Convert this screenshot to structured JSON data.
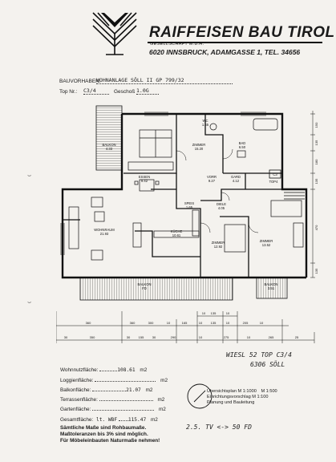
{
  "header": {
    "company_name": "RAIFFEISEN BAU TIROL",
    "company_subtitle": "GESELLSCHAFT M.B.H.",
    "company_address": "6020 INNSBRUCK, ADAMGASSE 1, TEL. 34656"
  },
  "project": {
    "bauvorhaben_label": "BAUVORHABEN:",
    "bauvorhaben_value": "WOHNANLAGE SÖLL II GP 799/32",
    "top_label": "Top Nr.:",
    "top_value": "C3/4",
    "geschoss_label": "Geschoß",
    "geschoss_value": "1.0G"
  },
  "rooms": {
    "balkon_left": "BALKON",
    "balkon_left_area": "4.33",
    "wc": "WC",
    "wc_area": "1.65",
    "zimmer_top": "ZIMMER",
    "zimmer_top_area": "15.20",
    "bad": "BAD",
    "bad_area": "6.50",
    "essen": "ESSEN",
    "essen_area": "9.42",
    "vorr": "VORR",
    "vorr_area": "9.27",
    "gard": "GARD",
    "gard_area": "4.12",
    "top_marker": "C3",
    "top_label_plan": "TOP4",
    "wohnraum": "WOHNRAUM",
    "wohnraum_area": "21.93",
    "speis": "SPEIS",
    "speis_area": "1.65",
    "diele": "DIELE",
    "diele_area": "4.05",
    "kueche": "KÜCHE",
    "kueche_area": "10.61",
    "zimmer_mid": "ZIMMER",
    "zimmer_mid_area": "12.92",
    "zimmer_right": "ZIMMER",
    "zimmer_right_area": "13.52",
    "balkon_bottom": "BALKON",
    "balkon_bottom_area": "FD",
    "balkon_right": "BALKON",
    "balkon_right_area": "3.51"
  },
  "side_dims": [
    "150",
    "135",
    "180",
    "135",
    "470",
    "135"
  ],
  "dimension_rows": {
    "row1": [
      "10",
      "135",
      "10"
    ],
    "row2": [
      "360",
      "360",
      "300",
      "10",
      "165",
      "10",
      "135",
      "10",
      "205",
      "10"
    ],
    "row3": [
      "30",
      "350",
      "30",
      "155",
      "30",
      "290",
      "10",
      "275",
      "10",
      "265",
      "25"
    ]
  },
  "handwritten": {
    "ref_line1": "WIESL 52 TOP C3/4",
    "ref_line2": "6306 SÖLL",
    "bottom_note": "2.5. TV <-> 50 FD"
  },
  "areas": [
    {
      "label": "Wohnnutzfläche:",
      "value": "108.61",
      "unit": "m2"
    },
    {
      "label": "Loggienfläche:",
      "value": "",
      "unit": "m2"
    },
    {
      "label": "Balkonfläche:",
      "value": "21.07",
      "unit": "m2"
    },
    {
      "label": "Terrassenfläche:",
      "value": "",
      "unit": "m2"
    },
    {
      "label": "Gartenfläche:",
      "value": "",
      "unit": "m2"
    }
  ],
  "total": {
    "label": "Gesamtfläche:",
    "prefix": "lt. WBF",
    "value": "115.47",
    "unit": "m2"
  },
  "note_lines": [
    "Sämtliche Maße sind Rohbaumaße.",
    "Maßtoleranzen bis 3% sind möglich.",
    "Für Möbeleinbauten Naturmaße nehmen!"
  ],
  "scales": {
    "overview": "Übersichtsplan M 1:1000",
    "overview_right": "M 1:500",
    "furnishing": "Einrichtungsvorschlag M 1:100",
    "planning": "Planung und Bauleitung"
  }
}
